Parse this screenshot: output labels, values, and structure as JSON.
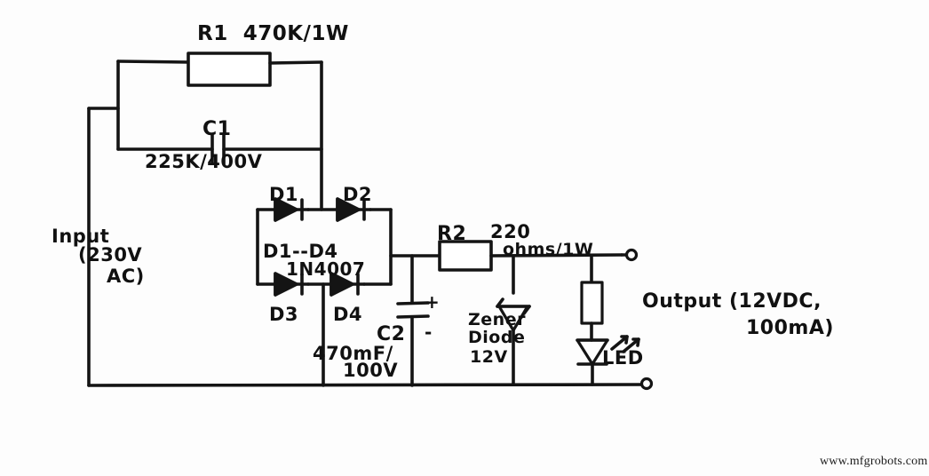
{
  "diagram": {
    "title": "Transformerless capacitive power supply schematic",
    "ink_color": "#141414",
    "background": "#fdfdfd"
  },
  "components": {
    "r1": {
      "designator": "R1",
      "value": "470K/1W",
      "label": "R1  470K/1W"
    },
    "c1": {
      "designator": "C1",
      "value": "225K/400V"
    },
    "bridge": {
      "d1": "D1",
      "d2": "D2",
      "d3": "D3",
      "d4": "D4",
      "range_label": "D1--D4",
      "part_number": "1N4007"
    },
    "r2": {
      "designator": "R2",
      "value_line1": "220",
      "value_line2": "ohms/1W"
    },
    "c2": {
      "designator": "C2",
      "value_line1": "470mF/",
      "value_line2": "100V",
      "plus_sign": "+",
      "minus_sign": "-"
    },
    "zener": {
      "line1": "Zener",
      "line2": "Diode",
      "line3": "12V"
    },
    "led": {
      "label": "LED"
    }
  },
  "ports": {
    "input": {
      "line1": "Input",
      "line2": "(230V",
      "line3": "AC)"
    },
    "output": {
      "line1": "Output (12VDC,",
      "line2": "100mA)"
    }
  },
  "watermark": {
    "text": "www.mfgrobots.com"
  }
}
